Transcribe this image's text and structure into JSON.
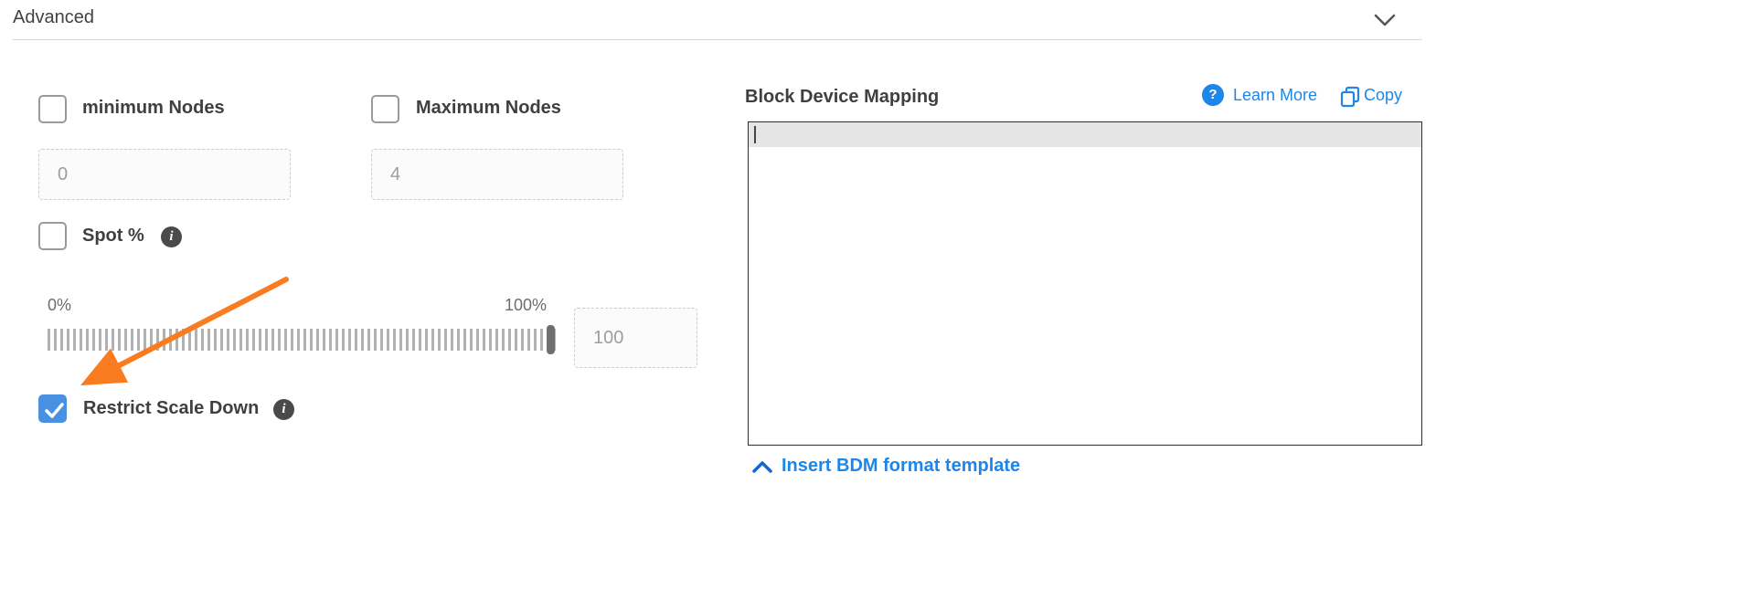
{
  "header": {
    "title": "Advanced"
  },
  "form": {
    "min_nodes": {
      "label": "minimum Nodes",
      "value": "0",
      "checked": false
    },
    "max_nodes": {
      "label": "Maximum Nodes",
      "value": "4",
      "checked": false
    },
    "spot": {
      "label": "Spot %",
      "checked": false
    },
    "slider": {
      "min_label": "0%",
      "max_label": "100%",
      "value": "100"
    },
    "restrict_scale_down": {
      "label": "Restrict Scale Down",
      "checked": true
    }
  },
  "bdm": {
    "title": "Block Device Mapping",
    "learn_more_label": "Learn More",
    "copy_label": "Copy",
    "editor_value": "",
    "insert_template_label": "Insert BDM format template"
  },
  "icons": {
    "info_glyph": "i",
    "question_glyph": "?"
  },
  "colors": {
    "accent_blue": "#1d86e8",
    "checkbox_checked_blue": "#4a90e2",
    "arrow_orange": "#f97c20"
  }
}
